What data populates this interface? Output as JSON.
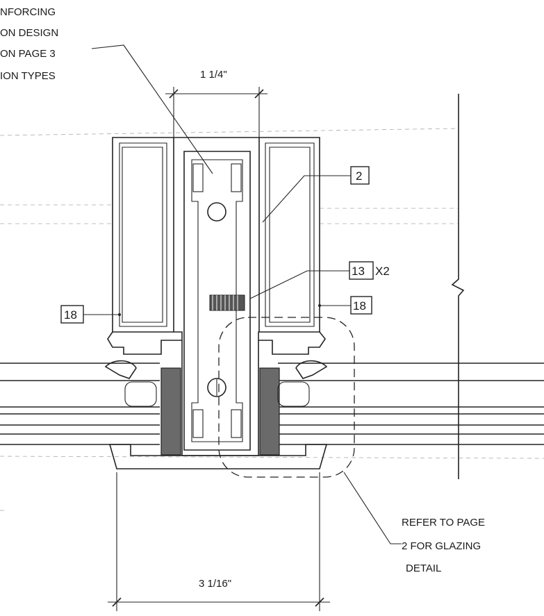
{
  "notes": {
    "reinforcing": [
      "NFORCING",
      "ON DESIGN",
      "ON PAGE 3",
      "ION TYPES"
    ],
    "glazing": [
      "REFER TO PAGE",
      "2 FOR GLAZING",
      "DETAIL"
    ]
  },
  "dimensions": {
    "top": "1 1/4\"",
    "bottom": "3 1/16\""
  },
  "tags": {
    "tag2": "2",
    "tag13": "13",
    "tag13_suffix": "X2",
    "tag18_right": "18",
    "tag18_left": "18"
  }
}
